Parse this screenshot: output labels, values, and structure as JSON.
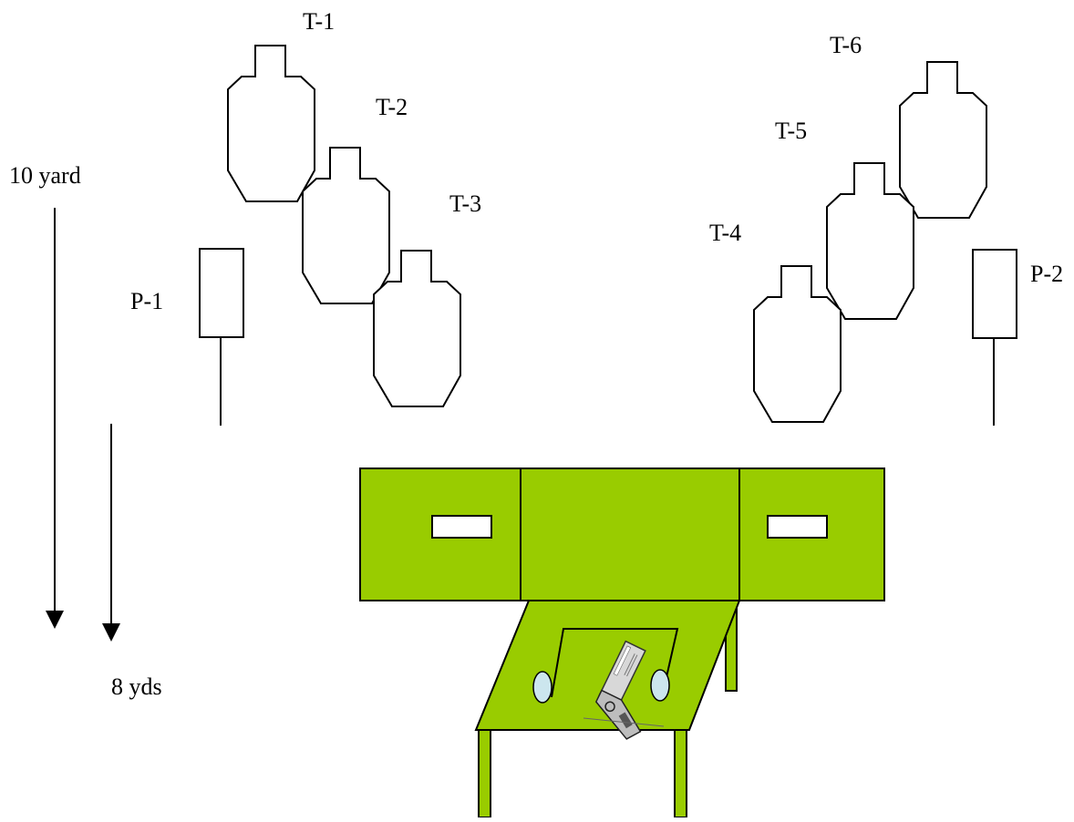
{
  "labels": {
    "distance_10": "10 yard",
    "distance_8": "8 yds",
    "t1": "T-1",
    "t2": "T-2",
    "t3": "T-3",
    "t4": "T-4",
    "t5": "T-5",
    "t6": "T-6",
    "p1": "P-1",
    "p2": "P-2"
  },
  "colors": {
    "wall_green": "#99cc00",
    "oval_fill": "#cce6ee",
    "target_fill": "#ffffff",
    "outline": "#000000"
  },
  "icons": {
    "pistol": "pistol-icon"
  }
}
